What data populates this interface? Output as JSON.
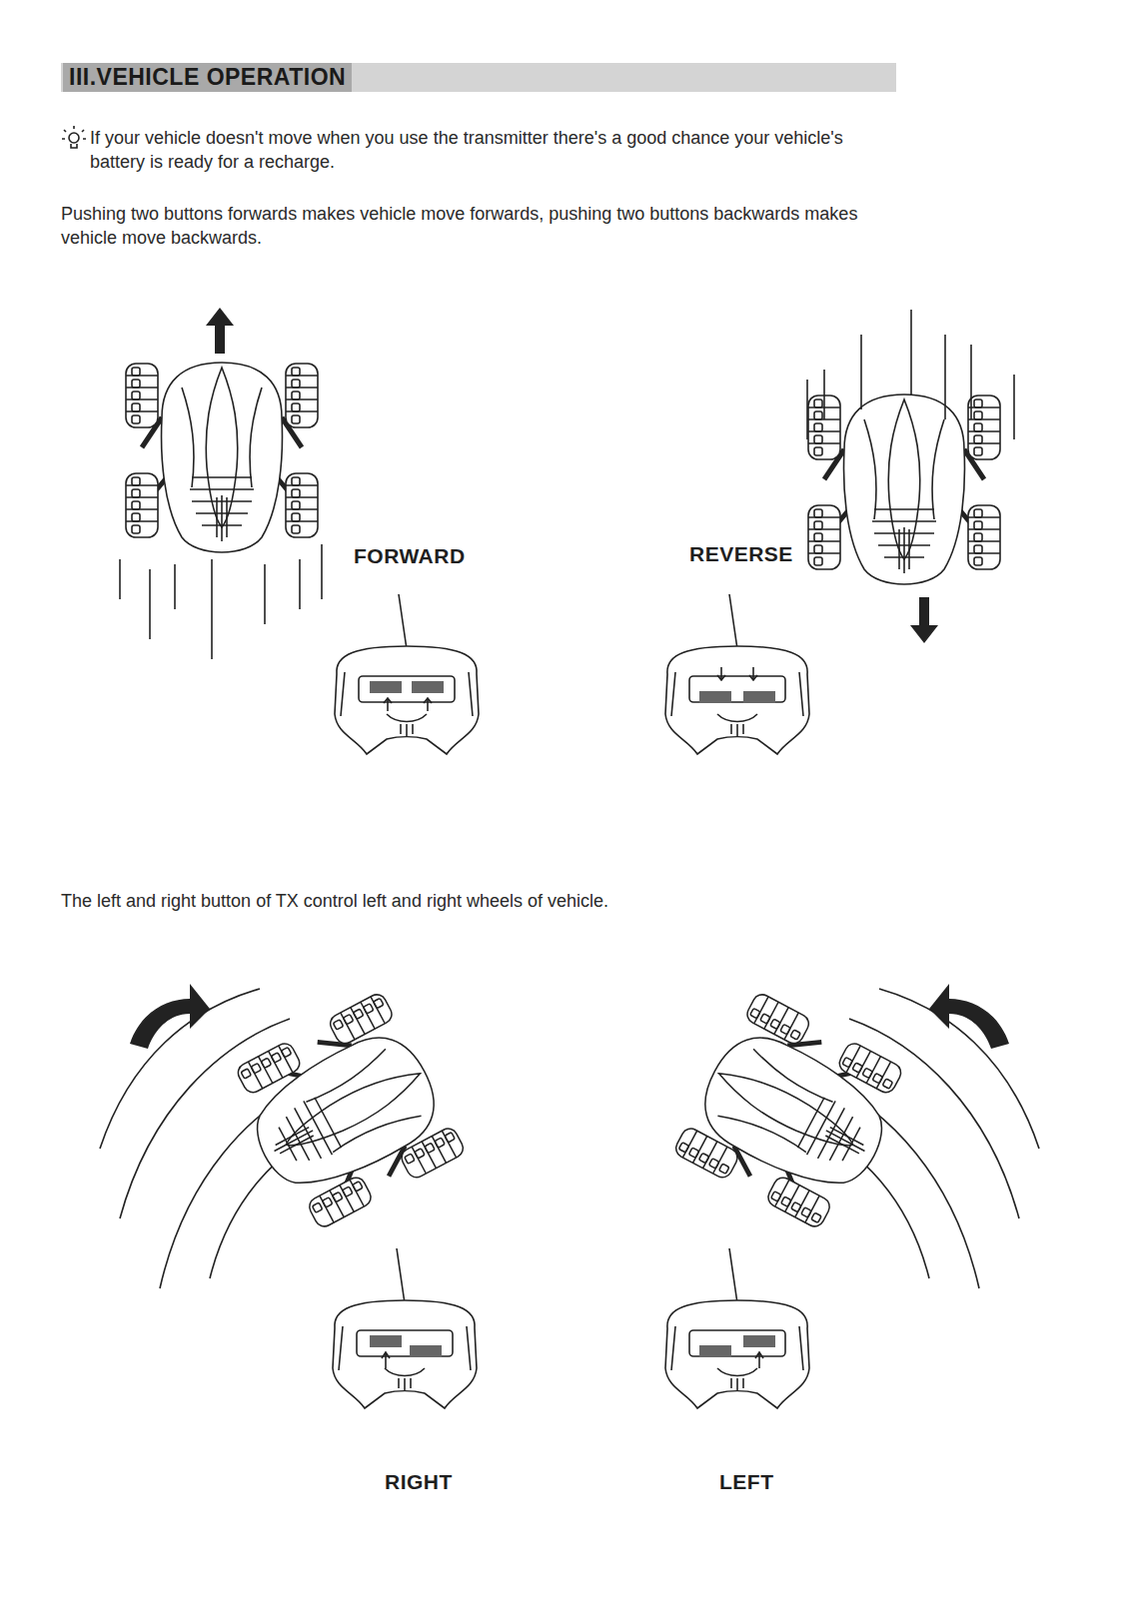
{
  "diagram": {
    "title": "III.VEHICLE OPERATION",
    "labels": [
      "If your vehicle doesn't move when you use the transmitter there's a good chance your vehicle's battery is ready for a recharge.",
      "Pushing two buttons forwards makes vehicle move forwards, pushing two buttons backwards makes vehicle move backwards.",
      "FORWARD",
      "REVERSE",
      "The left and right button of TX control left and right wheels of vehicle.",
      "RIGHT",
      "LEFT"
    ]
  }
}
